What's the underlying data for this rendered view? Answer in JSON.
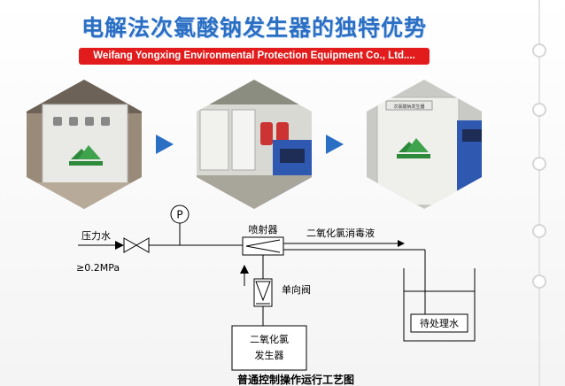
{
  "header": {
    "title": "电解法次氯酸钠发生器的独特优势",
    "subtitle": "Weifang Yongxing Environmental Protection Equipment Co., Ltd...."
  },
  "photos": {
    "left_panel_text": "",
    "right_panel_text": "次氯酸钠发生器"
  },
  "diagram": {
    "pressure_water": "压力水",
    "pressure_value": "≥0.2MPa",
    "gauge_symbol": "P",
    "ejector": "喷射器",
    "outlet_liquid": "二氧化氯消毒液",
    "check_valve": "单向阀",
    "generator_line1": "二氧化氯",
    "generator_line2": "发生器",
    "tank": "待处理水",
    "caption": "普通控制操作运行工艺图"
  },
  "colors": {
    "title_blue": "#2a6fc4",
    "subtitle_red": "#e21c1c",
    "arrow_blue": "#2a6fc4"
  }
}
